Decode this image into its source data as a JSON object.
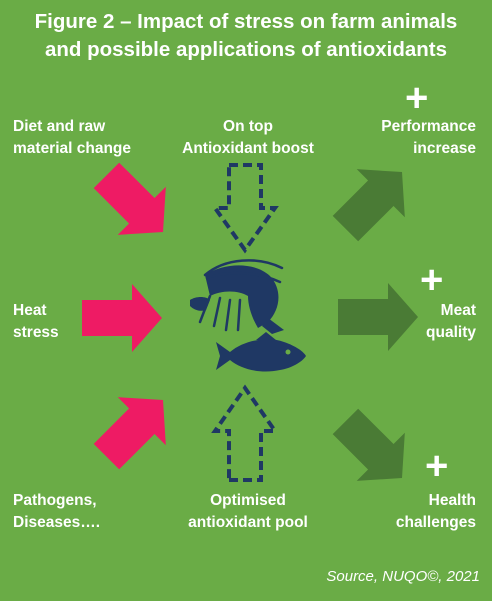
{
  "title": {
    "line1": "Figure 2 – Impact of stress on farm animals",
    "line2": "and possible applications of antioxidants"
  },
  "inputs": {
    "diet": {
      "line1": "Diet and raw",
      "line2": "material change"
    },
    "heat": {
      "line1": "Heat",
      "line2": "stress"
    },
    "pathogens": {
      "line1": "Pathogens,",
      "line2": "Diseases…."
    }
  },
  "center": {
    "top": {
      "line1": "On top",
      "line2": "Antioxidant boost"
    },
    "bottom": {
      "line1": "Optimised",
      "line2": "antioxidant pool"
    }
  },
  "outputs": {
    "performance": {
      "plus": "+",
      "line1": "Performance",
      "line2": "increase"
    },
    "meat": {
      "plus": "+",
      "line1": "Meat",
      "line2": "quality"
    },
    "health": {
      "plus": "+",
      "line1": "Health",
      "line2": "challenges"
    }
  },
  "source": "Source, NUQO©, 2021",
  "colors": {
    "background": "#6aac46",
    "input_arrows": "#ee1b64",
    "output_arrows": "#4a7b35",
    "center_arrows": "#1f3864",
    "animals": "#1f3864"
  }
}
